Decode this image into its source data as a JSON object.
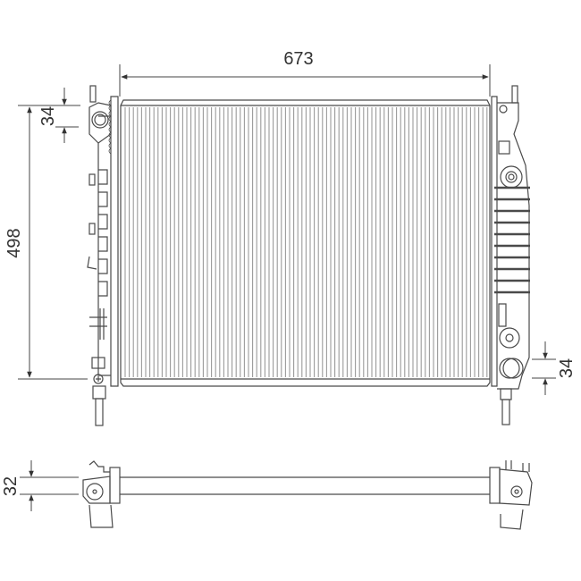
{
  "diagram": {
    "subject": "radiator technical drawing",
    "line_color": "#4a4a4a",
    "fin_color": "#9a9a9a",
    "views": [
      "front-view",
      "top-view"
    ],
    "dimensions": {
      "width": "673",
      "height": "498",
      "top_left_offset": "34",
      "bottom_right_offset": "34",
      "depth": "32"
    }
  }
}
